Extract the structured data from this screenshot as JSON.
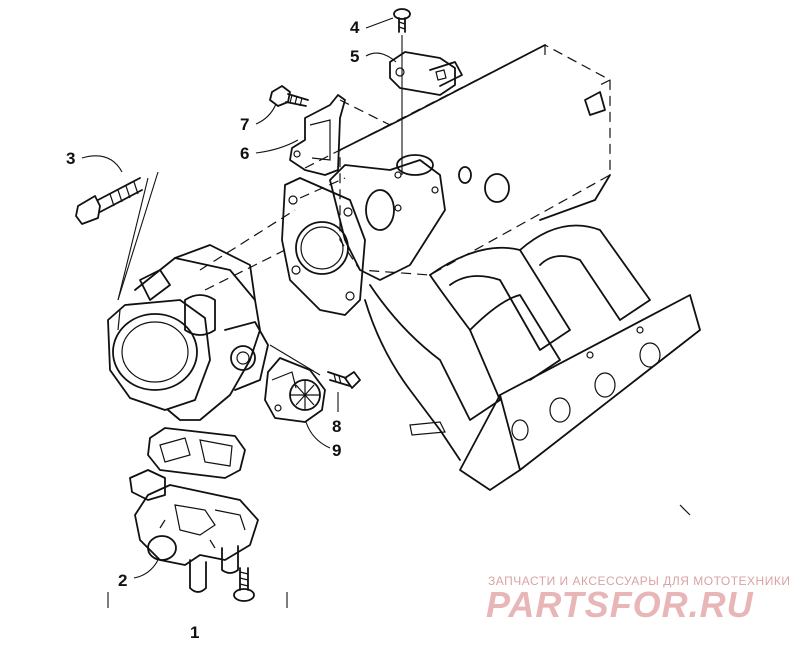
{
  "diagram": {
    "callouts": {
      "c1": "1",
      "c2": "2",
      "c3": "3",
      "c4": "4",
      "c5": "5",
      "c6": "6",
      "c7": "7",
      "c8": "8",
      "c9": "9"
    }
  },
  "watermark": {
    "tagline": "ЗАПЧАСТИ И АКСЕССУАРЫ ДЛЯ МОТОТЕХНИКИ",
    "logo": "PARTSFOR.RU"
  }
}
